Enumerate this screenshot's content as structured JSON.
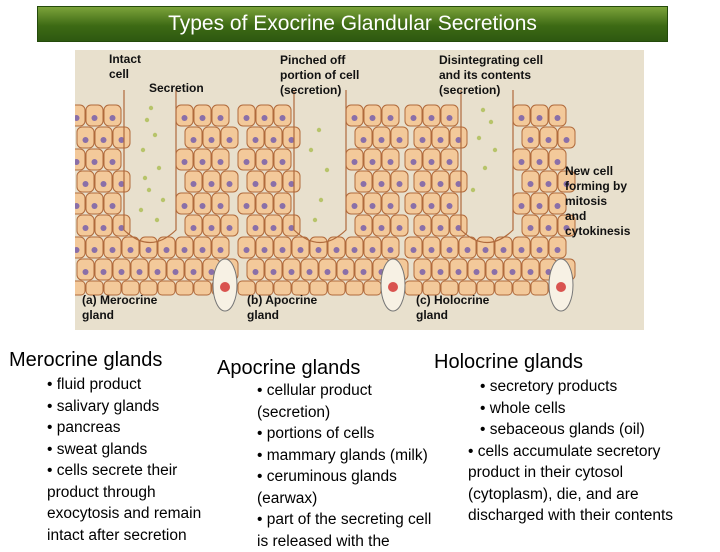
{
  "slide": {
    "title": "Types of Exocrine Glandular Secretions"
  },
  "figure": {
    "labels": {
      "intact_cell": "Intact\ncell",
      "secretion": "Secretion",
      "pinched_off": "Pinched off\nportion of cell\n(secretion)",
      "disintegrating": "Disintegrating cell\nand its contents\n(secretion)",
      "new_cell": "New cell\nforming by\nmitosis\nand\ncytokinesis",
      "merocrine_caption": "(a)  Merocrine\n       gland",
      "apocrine_caption": "(b)  Apocrine\n       gland",
      "holocrine_caption": "(c)  Holocrine\n       gland"
    },
    "colors": {
      "cell_fill": "#f3c99a",
      "cell_stroke": "#b06a3c",
      "nucleus": "#8a6fa8",
      "secretion": "#b7c46a",
      "background": "#e8e0cd"
    }
  },
  "columns": {
    "merocrine": {
      "heading": "Merocrine glands",
      "items": [
        "• fluid product",
        "• salivary glands",
        "• pancreas",
        "• sweat glands",
        "• cells secrete their\nproduct through\nexocytosis and remain\nintact after secretion"
      ]
    },
    "apocrine": {
      "heading": "Apocrine glands",
      "items": [
        "• cellular product\n(secretion)",
        "• portions of cells",
        "• mammary glands (milk)",
        "• ceruminous glands\n(earwax)",
        "• part of the secreting cell\nis released with the"
      ]
    },
    "holocrine": {
      "heading": "Holocrine glands",
      "items": [
        "• secretory products",
        "• whole cells",
        "• sebaceous glands (oil)",
        "• cells accumulate secretory\nproduct in their cytosol\n(cytoplasm), die, and are\ndischarged with their contents"
      ]
    }
  }
}
